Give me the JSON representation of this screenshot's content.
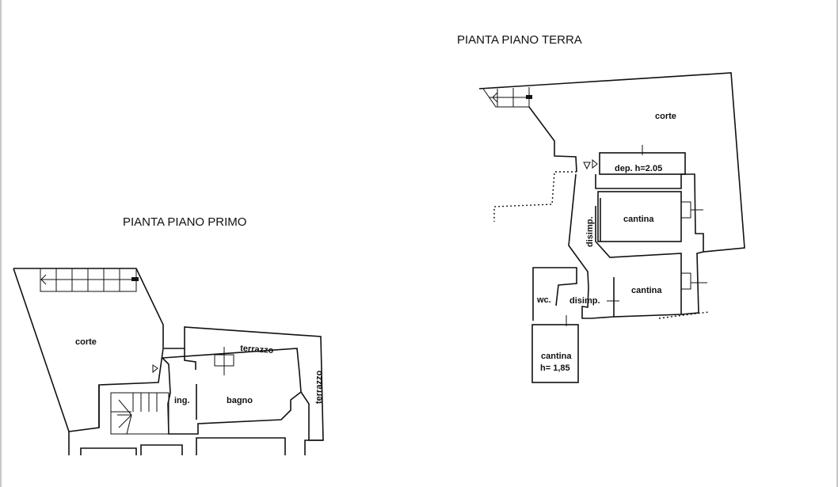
{
  "plans": {
    "ground": {
      "title": "PIANTA PIANO TERRA",
      "rooms": {
        "corte": "corte",
        "dep": "dep.  h=2.05",
        "cantina_1": "cantina",
        "cantina_2": "cantina",
        "disimp_1": "disimp.",
        "disimp_2": "disimp.",
        "wc": "wc.",
        "cantina_3": "cantina",
        "cantina_3_height": "h= 1,85"
      }
    },
    "first": {
      "title": "PIANTA PIANO PRIMO",
      "rooms": {
        "corte": "corte",
        "terrazzo_1": "terrazzo",
        "terrazzo_2": "terrazzo",
        "ingresso": "ing.",
        "bagno": "bagno"
      }
    }
  }
}
